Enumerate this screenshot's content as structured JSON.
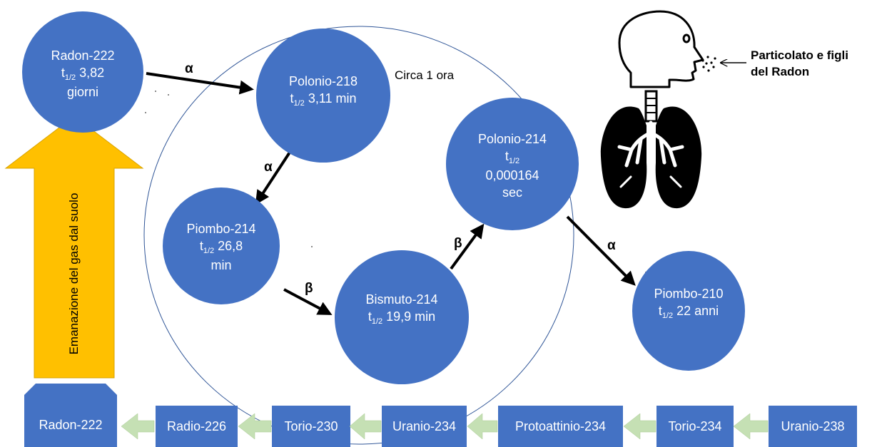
{
  "colors": {
    "node_fill": "#4472c4",
    "box_fill": "#4472c4",
    "small_arrow": "#c5e0b4",
    "big_arrow": "#ffc000",
    "edge": "#000000",
    "ellipse_stroke": "#2f5597"
  },
  "nodes": {
    "radon222": {
      "name": "Radon-222",
      "half_label": "t",
      "half_sub": "1/2",
      "half_value": "3,82",
      "extra": "giorni"
    },
    "polonio218": {
      "name": "Polonio-218",
      "half_label": "t",
      "half_sub": "1/2",
      "half_value": "3,11 min"
    },
    "piombo214": {
      "name": "Piombo-214",
      "half_label": "t",
      "half_sub": "1/2",
      "half_value": "26,8",
      "extra": "min"
    },
    "bismuto214": {
      "name": "Bismuto-214",
      "half_label": "t",
      "half_sub": "1/2",
      "half_value": "19,9 min"
    },
    "polonio214": {
      "name": "Polonio-214",
      "half_label": "t",
      "half_sub": "1/2",
      "value_line": "0,000164",
      "extra": "sec"
    },
    "piombo210": {
      "name": "Piombo-210",
      "half_label": "t",
      "half_sub": "1/2",
      "half_value": "22 anni"
    }
  },
  "edges": {
    "radon_to_polonio218": "α",
    "polonio218_to_piombo214": "α",
    "piombo214_to_bismuto214": "β",
    "bismuto214_to_polonio214": "β",
    "polonio214_to_piombo210": "α"
  },
  "annotations": {
    "circa": "Circa 1 ora",
    "particulate_line1": "Particolato e figli",
    "particulate_line2": "del Radon",
    "emanation": "Emanazione del gas dal suolo"
  },
  "decay_chain": [
    "Radon-222",
    "Radio-226",
    "Torio-230",
    "Uranio-234",
    "Protoattinio-234",
    "Torio-234",
    "Uranio-238"
  ],
  "icons": [
    "human-head-icon",
    "lungs-icon"
  ]
}
